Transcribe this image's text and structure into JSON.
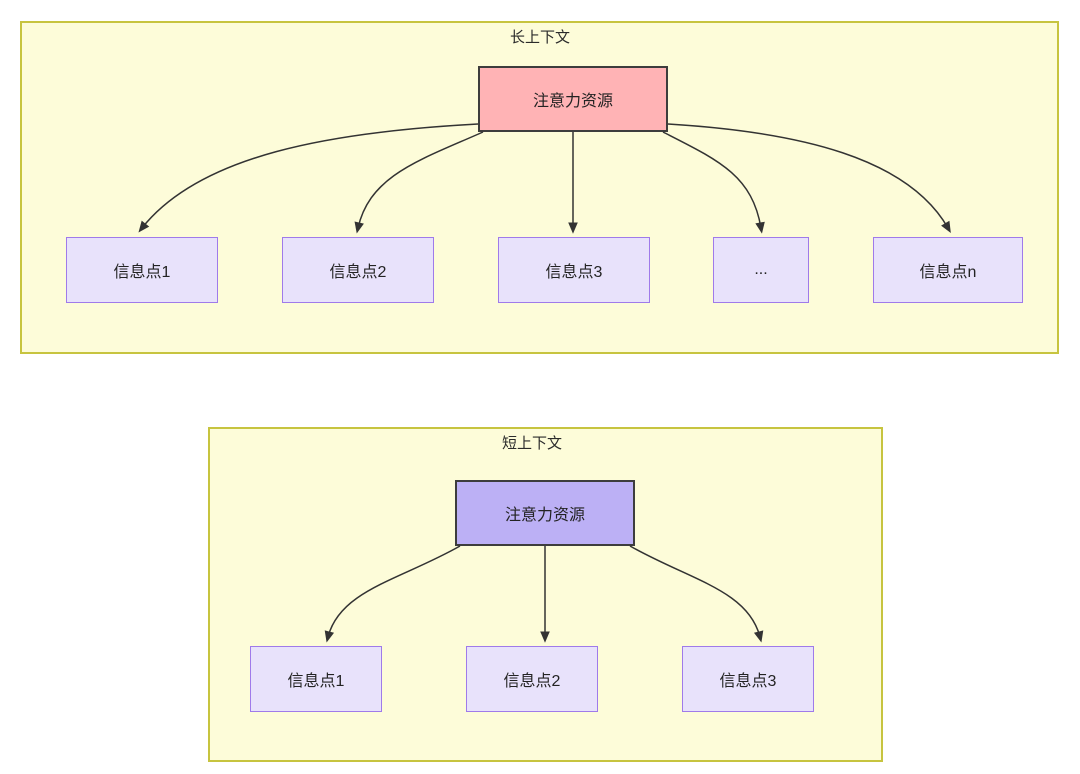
{
  "diagram": {
    "type": "flow-diagram",
    "background": "#ffffff",
    "panel_fill": "#fdfcd9",
    "panel_stroke": "#c7c43f",
    "leaf_fill": "#e8e2fb",
    "leaf_stroke": "#9f7aea",
    "edge_color": "#333333",
    "panels": [
      {
        "id": "long-context",
        "title": "长上下文",
        "root": {
          "label": "注意力资源",
          "fill": "#ffb3b5",
          "stroke": "#3d3d3d"
        },
        "leaves": [
          {
            "label": "信息点1"
          },
          {
            "label": "信息点2"
          },
          {
            "label": "信息点3"
          },
          {
            "label": "..."
          },
          {
            "label": "信息点n"
          }
        ]
      },
      {
        "id": "short-context",
        "title": "短上下文",
        "root": {
          "label": "注意力资源",
          "fill": "#bcb0f5",
          "stroke": "#3d3d3d"
        },
        "leaves": [
          {
            "label": "信息点1"
          },
          {
            "label": "信息点2"
          },
          {
            "label": "信息点3"
          }
        ]
      }
    ]
  }
}
